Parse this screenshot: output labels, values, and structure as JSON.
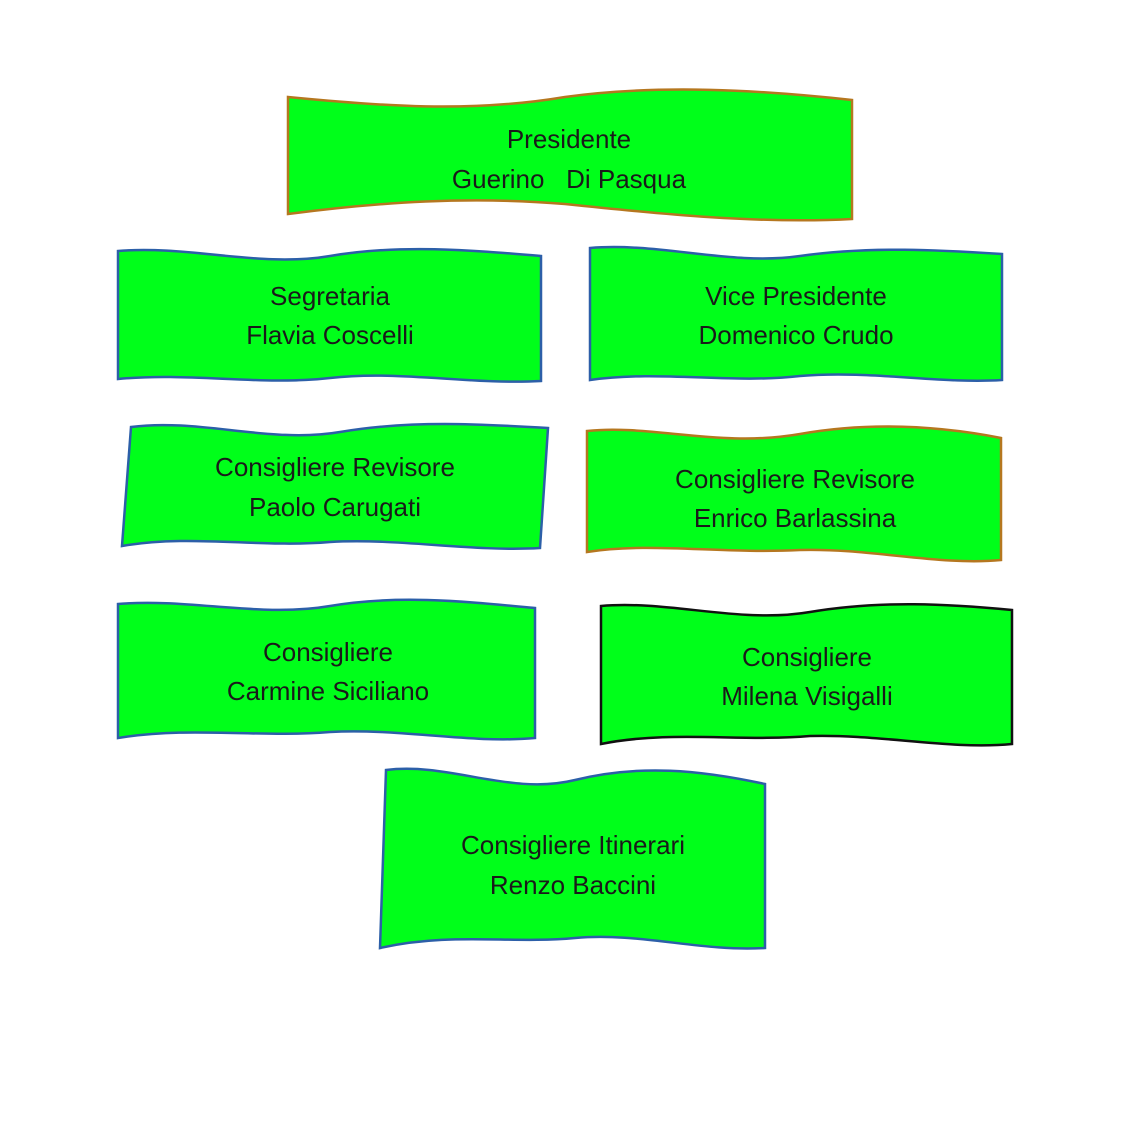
{
  "banners": [
    {
      "role": "Presidente",
      "name": "Guerino   Di Pasqua",
      "fill": "#00ff1a",
      "stroke": "#b5771f"
    },
    {
      "role": "Segretaria",
      "name": "Flavia Coscelli",
      "fill": "#00ff1a",
      "stroke": "#2c5fa8"
    },
    {
      "role": "Vice Presidente",
      "name": "Domenico Crudo",
      "fill": "#00ff1a",
      "stroke": "#2c5fa8"
    },
    {
      "role": "Consigliere Revisore",
      "name": "Paolo Carugati",
      "fill": "#00ff1a",
      "stroke": "#2c5fa8"
    },
    {
      "role": "Consigliere Revisore",
      "name": "Enrico Barlassina",
      "fill": "#00ff1a",
      "stroke": "#b5771f"
    },
    {
      "role": "Consigliere",
      "name": "Carmine Siciliano",
      "fill": "#00ff1a",
      "stroke": "#2c5fa8"
    },
    {
      "role": "Consigliere",
      "name": "Milena Visigalli",
      "fill": "#00ff1a",
      "stroke": "#111111"
    },
    {
      "role": "Consigliere Itinerari",
      "name": "Renzo Baccini",
      "fill": "#00ff1a",
      "stroke": "#2c5fa8"
    }
  ]
}
